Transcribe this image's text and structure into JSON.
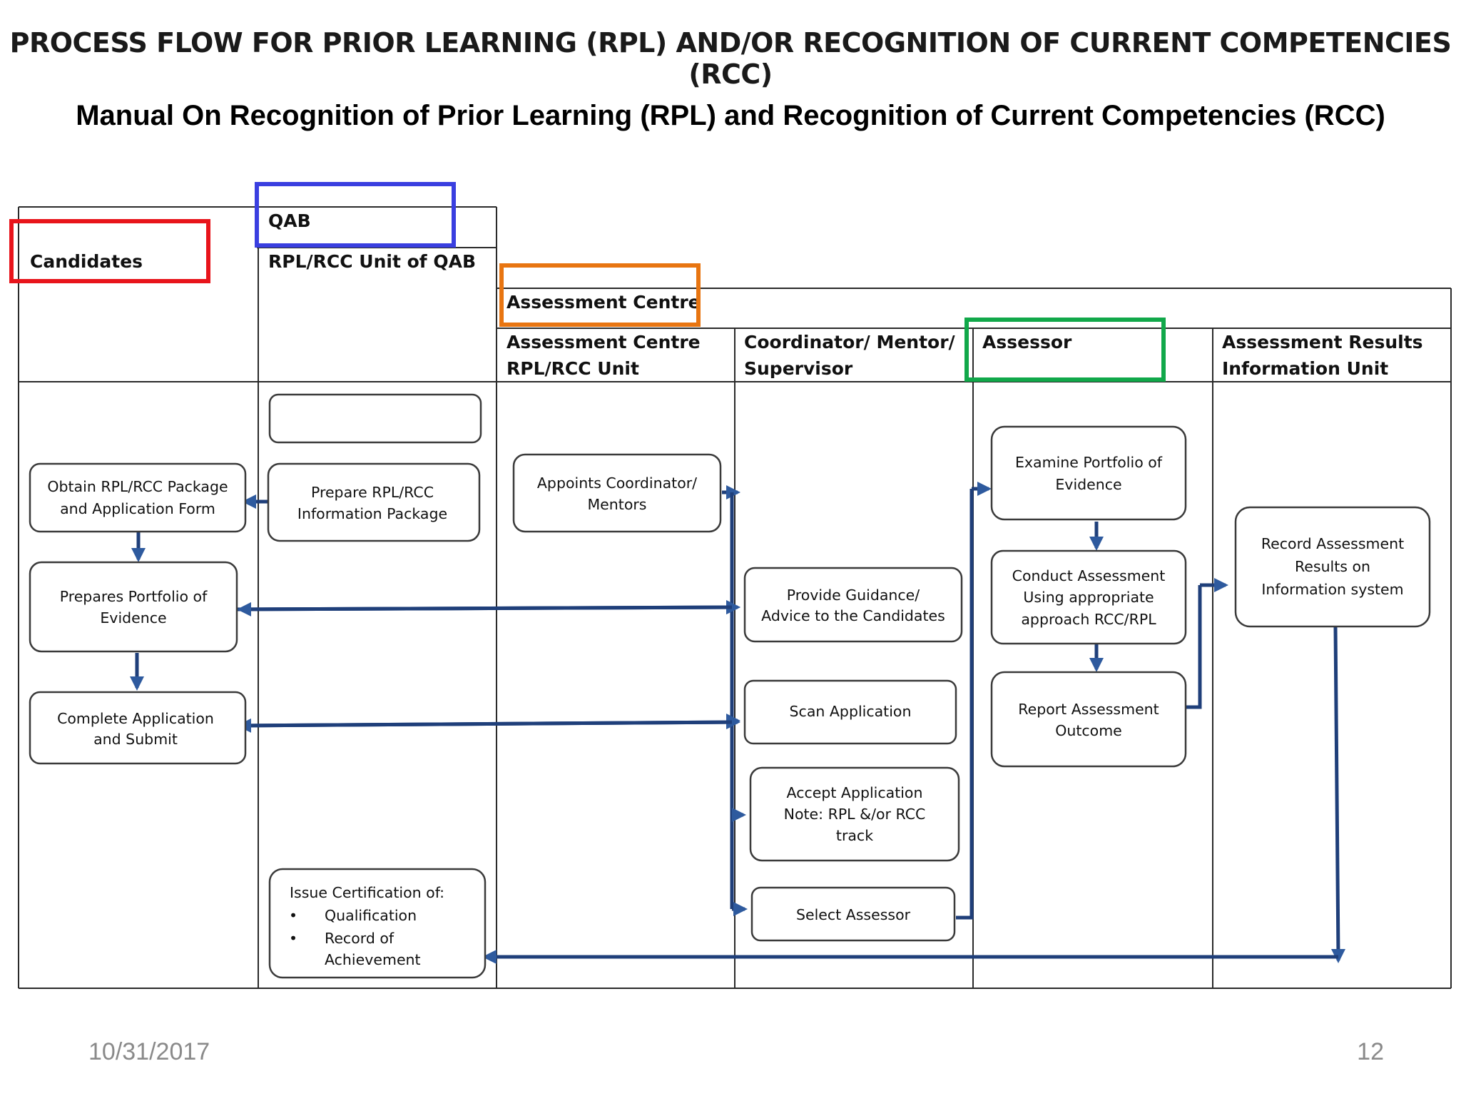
{
  "slide": {
    "title": "PROCESS FLOW FOR PRIOR LEARNING (RPL) AND/OR RECOGNITION OF CURRENT COMPETENCIES (RCC)",
    "subtitle": "Manual On Recognition of Prior Learning (RPL) and Recognition of Current Competencies (RCC)",
    "date": "10/31/2017",
    "page_number": "12"
  },
  "lanes": {
    "candidates": "Candidates",
    "qab_group": "QAB",
    "qab_unit": "RPL/RCC Unit of QAB",
    "assessment_centre_group": "Assessment Centre",
    "ac_unit_line1": "Assessment Centre",
    "ac_unit_line2": "RPL/RCC Unit",
    "coordinator_line1": "Coordinator/ Mentor/",
    "coordinator_line2": "Supervisor",
    "assessor": "Assessor",
    "results_line1": "Assessment Results",
    "results_line2": "Information Unit"
  },
  "highlight_colors": {
    "candidates": "#e8141b",
    "qab": "#3a3fe0",
    "assessment_centre": "#e87511",
    "assessor": "#11a84a"
  },
  "nodes": {
    "obtain_package": [
      "Obtain RPL/RCC Package",
      "and Application Form"
    ],
    "prepares_portfolio": [
      "Prepares Portfolio of",
      "Evidence"
    ],
    "complete_application": [
      "Complete Application",
      "and Submit"
    ],
    "qab_empty_box": "",
    "prepare_package": [
      "Prepare RPL/RCC",
      "Information Package"
    ],
    "issue_certification": {
      "heading": "Issue Certification of:",
      "bullet_symbol": "•",
      "items": [
        "Qualification",
        "Record of",
        "Achievement"
      ]
    },
    "appoints_coordinator": [
      "Appoints Coordinator/",
      "Mentors"
    ],
    "provide_guidance": [
      "Provide Guidance/",
      "Advice to the Candidates"
    ],
    "scan_application": [
      "Scan Application"
    ],
    "accept_application": [
      "Accept Application",
      "Note: RPL &/or RCC",
      "track"
    ],
    "select_assessor": [
      "Select Assessor"
    ],
    "examine_portfolio": [
      "Examine Portfolio of",
      "Evidence"
    ],
    "conduct_assessment": [
      "Conduct Assessment",
      "Using appropriate",
      "approach RCC/RPL"
    ],
    "report_outcome": [
      "Report Assessment",
      "Outcome"
    ],
    "record_results": [
      "Record Assessment",
      "Results on",
      "Information system"
    ]
  }
}
